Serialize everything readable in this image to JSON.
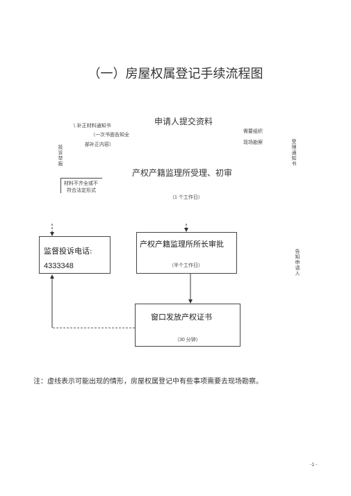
{
  "title": "（一）房屋权属登记手续流程图",
  "top_node": "申请人提交资料",
  "left_note": {
    "line1": "\\ 补正材料通知书",
    "line2": "（一次书面告知全",
    "line3": "部补正内容）"
  },
  "right_note": {
    "line1": "需要组织",
    "line2": "现场勘察"
  },
  "vertical_left": "投诉举报",
  "vertical_right_top": "受理通知书",
  "vertical_right_mid": "告知申请人",
  "reject_box": {
    "line1": "材料不齐全或不",
    "line2": "符合法定形式"
  },
  "step1": {
    "label": "产权产籍监理所受理、初审",
    "time": "（1 个工作日）"
  },
  "complaint_box": {
    "label": "监督投诉电话:",
    "phone": "4333348"
  },
  "step2": {
    "label": "产权产籍监理所所长审批",
    "time": "（半个工作日）"
  },
  "step3": {
    "label": "窗口发放产权证书",
    "time": "（30 分钟）"
  },
  "footnote": "注：虚线表示可能出现的情形，房屋权属登记中有些事项需要去现场勘察。",
  "page_number": "-1 -"
}
